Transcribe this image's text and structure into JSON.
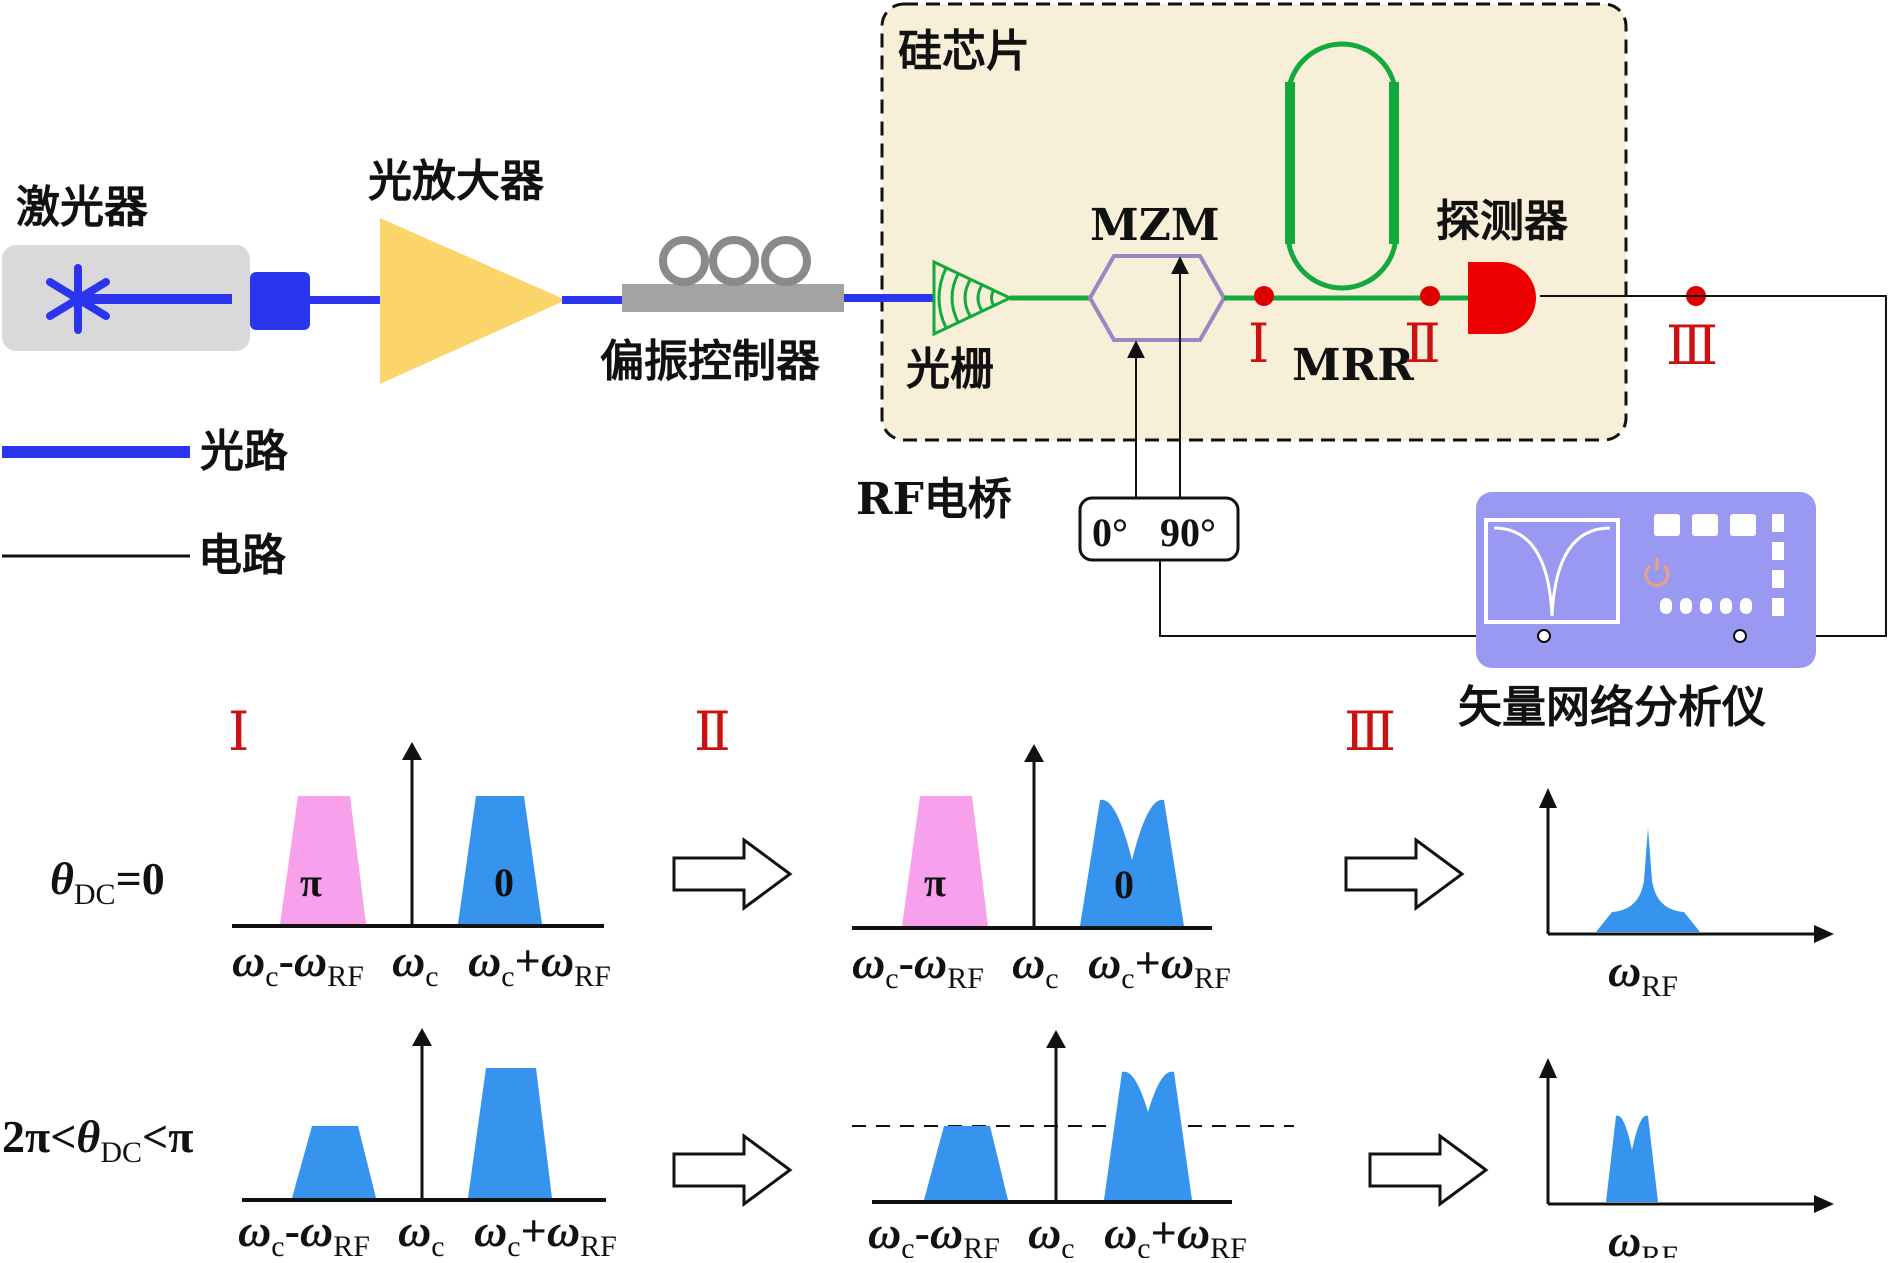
{
  "labels": {
    "laser": "激光器",
    "amplifier": "光放大器",
    "polarization_controller": "偏振控制器",
    "silicon_chip": "硅芯片",
    "grating": "光栅",
    "mzm": "MZM",
    "mrr": "MRR",
    "detector": "探测器",
    "rf_bridge": "RF电桥",
    "phase_0": "0°",
    "phase_90": "90°",
    "vna": "矢量网络分析仪",
    "legend_optical": "光路",
    "legend_electrical": "电路"
  },
  "points": {
    "p1": "Ⅰ",
    "p2": "Ⅱ",
    "p3": "Ⅲ"
  },
  "rows": {
    "row1_condition_var": "θ",
    "row1_condition_sub": "DC",
    "row1_condition_rest": "=0",
    "row2_condition_pre": "2π<",
    "row2_condition_var": "θ",
    "row2_condition_sub": "DC",
    "row2_condition_post": "<π"
  },
  "axis": {
    "omega": "ω",
    "sub_c": "c",
    "sub_rf": "RF",
    "minus": "-",
    "plus": "+"
  },
  "bands": {
    "pi": "π",
    "zero": "0"
  },
  "colors": {
    "optical": "#2b35ee",
    "electrical": "#111111",
    "chip_fill": "#f8efd8",
    "waveguide": "#12aa3c",
    "amplifier": "#fbd56a",
    "detector": "#ee0000",
    "vna_body": "#9999f2",
    "band_blue": "#3794ee",
    "band_pink": "#f7a1ec",
    "point_red": "#e00000"
  }
}
